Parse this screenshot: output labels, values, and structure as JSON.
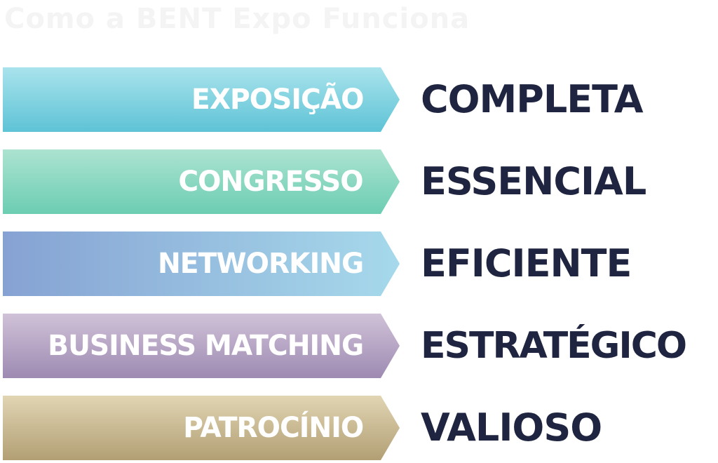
{
  "title": "Como a BENT Expo Funciona",
  "rows": [
    {
      "label": "EXPOSIÇÃO",
      "word": "COMPLETA",
      "gradient": [
        "#6ccbd9",
        "#a6e0ea"
      ]
    },
    {
      "label": "CONGRESSO",
      "word": "ESSENCIAL",
      "gradient": [
        "#6fd0b5",
        "#a9e2cf"
      ]
    },
    {
      "label": "NETWORKING",
      "word": "EFICIENTE",
      "gradient": [
        "#8aa6d4",
        "#a7d6ea"
      ]
    },
    {
      "label": "BUSINESS MATCHING",
      "word": "ESTRATÉGICO",
      "gradient": [
        "#a491b7",
        "#cdbfd6"
      ]
    },
    {
      "label": "PATROCÍNIO",
      "word": "VALIOSO",
      "gradient": [
        "#b9a57d",
        "#dfd2af"
      ]
    }
  ]
}
